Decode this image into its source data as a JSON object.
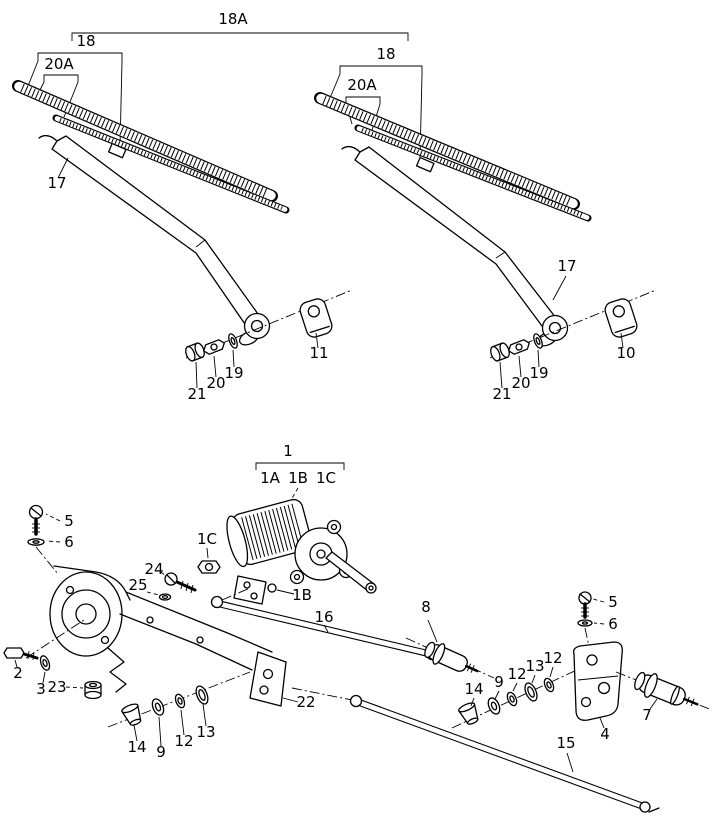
{
  "figure": {
    "background": "#ffffff",
    "line_color": "#000000"
  },
  "callouts": {
    "c18A": "18A",
    "c18_l": "18",
    "c20A_l": "20A",
    "c17_l": "17",
    "c11": "11",
    "c21_l": "21",
    "c20_l": "20",
    "c19_l": "19",
    "c18_r": "18",
    "c20A_r": "20A",
    "c17_r": "17",
    "c10": "10",
    "c21_r": "21",
    "c20_r": "20",
    "c19_r": "19",
    "c1": "1",
    "c1A": "1A",
    "c1B_top": "1B",
    "c1C_top": "1C",
    "c5_l": "5",
    "c6_l": "6",
    "c1C_mid": "1C",
    "c24": "24",
    "c25": "25",
    "c1B_mid": "1B",
    "c16": "16",
    "c8": "8",
    "c5_r": "5",
    "c6_r": "6",
    "c2": "2",
    "c3": "3",
    "c23": "23",
    "c22": "22",
    "c14_l": "14",
    "c9_l": "9",
    "c12_l": "12",
    "c13_l": "13",
    "c14_r": "14",
    "c9_r": "9",
    "c12_r1": "12",
    "c13_r": "13",
    "c12_r2": "12",
    "c4": "4",
    "c7": "7",
    "c15": "15"
  }
}
